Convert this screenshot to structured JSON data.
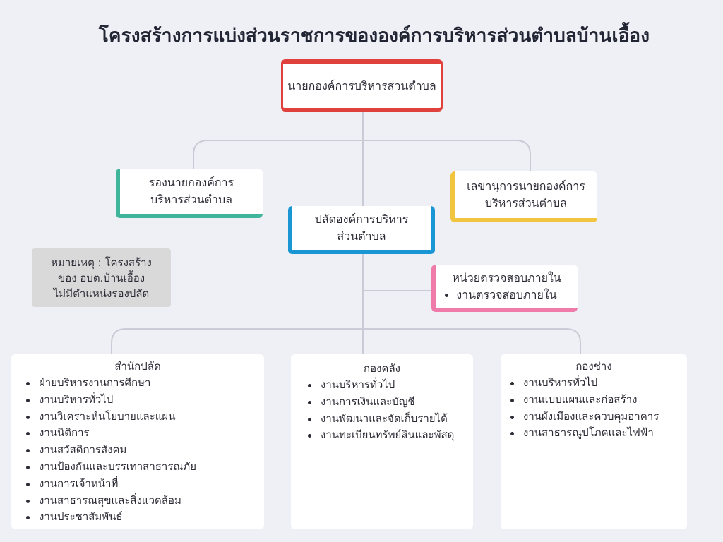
{
  "title": "โครงสร้างการแบ่งส่วนราชการขององค์การบริหารส่วนตำบลบ้านเอื้อง",
  "colors": {
    "background": "#eef0f5",
    "connector": "#c9ccd6",
    "mayor": "#e0413c",
    "deputy": "#3fb59b",
    "secretary": "#f2c541",
    "chief_admin": "#1a96d4",
    "audit": "#ef7bab",
    "note": "#d9d9d9"
  },
  "nodes": {
    "mayor": {
      "lines": [
        "นายกองค์การบริหารส่วนตำบล"
      ]
    },
    "deputy": {
      "lines": [
        "รองนายกองค์การ",
        "บริหารส่วนตำบล"
      ]
    },
    "secretary": {
      "lines": [
        "เลขานุการนายกองค์การ",
        "บริหารส่วนตำบล"
      ]
    },
    "chief_admin": {
      "lines": [
        "ปลัดองค์การบริหาร",
        "ส่วนตำบล"
      ]
    },
    "audit": {
      "title": "หน่วยตรวจสอบภายใน",
      "items": [
        "งานตรวจสอบภายใน"
      ]
    }
  },
  "note": {
    "lines": [
      "หมายเหตุ : โครงสร้าง",
      "ของ อบต.บ้านเอื้อง",
      "ไม่มีตำแหน่งรองปลัด"
    ]
  },
  "departments": [
    {
      "title": "สำนักปลัด",
      "items": [
        "ฝ่ายบริหารงานการศึกษา",
        "งานบริหารทั่วไป",
        "งานวิเคราะห์นโยบายและแผน",
        "งานนิติการ",
        "งานสวัสดิการสังคม",
        "งานป้องกันและบรรเทาสาธารณภัย",
        "งานการเจ้าหน้าที่",
        "งานสาธารณสุขและสิ่งแวดล้อม",
        "งานประชาสัมพันธ์"
      ]
    },
    {
      "title": "กองคลัง",
      "items": [
        "งานบริหารทั่วไป",
        "งานการเงินและบัญชี",
        "งานพัฒนาและจัดเก็บรายได้",
        "งานทะเบียนทรัพย์สินและพัสดุ"
      ]
    },
    {
      "title": "กองช่าง",
      "items": [
        "งานบริหารทั่วไป",
        "งานแบบแผนและก่อสร้าง",
        "งานผังเมืองและควบคุมอาคาร",
        "งานสาธารณูปโภคและไฟฟ้า"
      ]
    }
  ]
}
